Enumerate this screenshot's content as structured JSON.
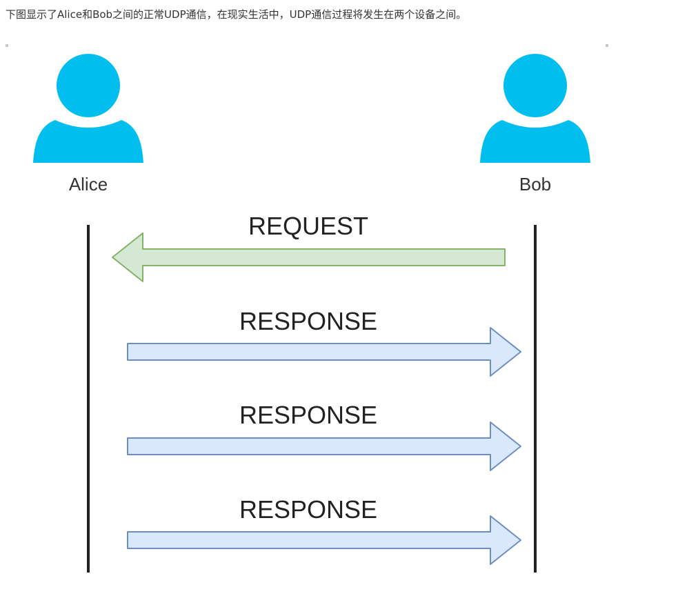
{
  "intro_text": "下图显示了Alice和Bob之间的正常UDP通信，在现实生活中，UDP通信过程将发生在两个设备之间。",
  "diagram": {
    "actors": {
      "left": {
        "name": "Alice",
        "icon": "user-icon",
        "color": "#00bfef"
      },
      "right": {
        "name": "Bob",
        "icon": "user-icon",
        "color": "#00bfef"
      }
    },
    "messages": [
      {
        "label": "REQUEST",
        "direction": "right-to-left",
        "fill": "#d5e8d4",
        "stroke": "#82b366"
      },
      {
        "label": "RESPONSE",
        "direction": "left-to-right",
        "fill": "#dae8fc",
        "stroke": "#6c8ebf"
      },
      {
        "label": "RESPONSE",
        "direction": "left-to-right",
        "fill": "#dae8fc",
        "stroke": "#6c8ebf"
      },
      {
        "label": "RESPONSE",
        "direction": "left-to-right",
        "fill": "#dae8fc",
        "stroke": "#6c8ebf"
      }
    ]
  }
}
